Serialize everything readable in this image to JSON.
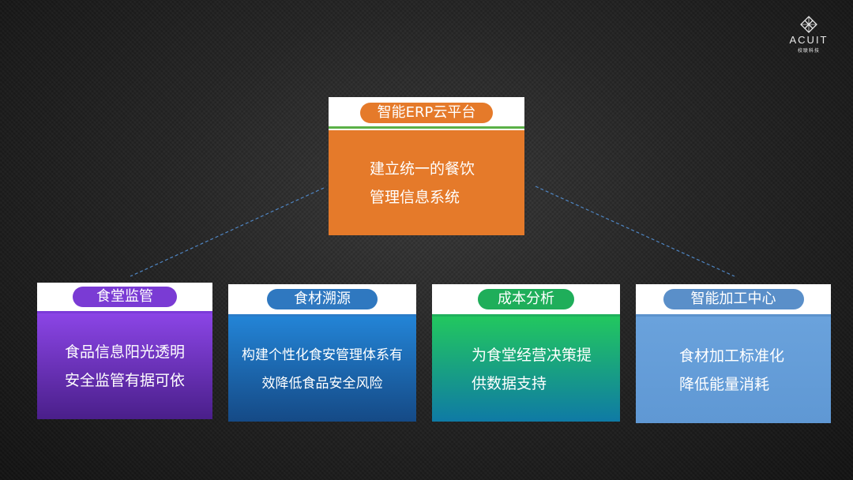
{
  "logo": {
    "name": "ACUIT",
    "subtitle": "校联科技",
    "icon": "lattice-logo-icon"
  },
  "root": {
    "title": "智能ERP云平台",
    "lines": [
      "建立统一的餐饮",
      "管理信息系统"
    ],
    "pill_color": "#e57a2a",
    "body_color": "#e57a2a",
    "stripe_color": "#5ab046"
  },
  "children": [
    {
      "title": "食堂监管",
      "lines": [
        "食品信息阳光透明",
        "安全监管有据可依"
      ],
      "pill_color": "#7a3bd4",
      "body_from": "#8b45e6",
      "body_to": "#4a1f8a",
      "stripe_color": "#7b3bd8"
    },
    {
      "title": "食材溯源",
      "lines": [
        "构建个性化食安管理体系有",
        "效降低食品安全风险"
      ],
      "pill_color": "#2f78c0",
      "body_from": "#2384d6",
      "body_to": "#154a86",
      "stripe_color": "#2a7cc8"
    },
    {
      "title": "成本分析",
      "lines": [
        "为食堂经营决策提",
        "供数据支持"
      ],
      "pill_color": "#1fae5a",
      "body_from": "#22c75f",
      "body_to": "#0f7aa5",
      "stripe_color": "#1fb05c"
    },
    {
      "title": "智能加工中心",
      "lines": [
        "食材加工标准化",
        "降低能量消耗"
      ],
      "pill_color": "#5a8fc9",
      "body_from": "#6aa2dc",
      "body_to": "#5f98d4",
      "stripe_color": "#5b92cc"
    }
  ]
}
